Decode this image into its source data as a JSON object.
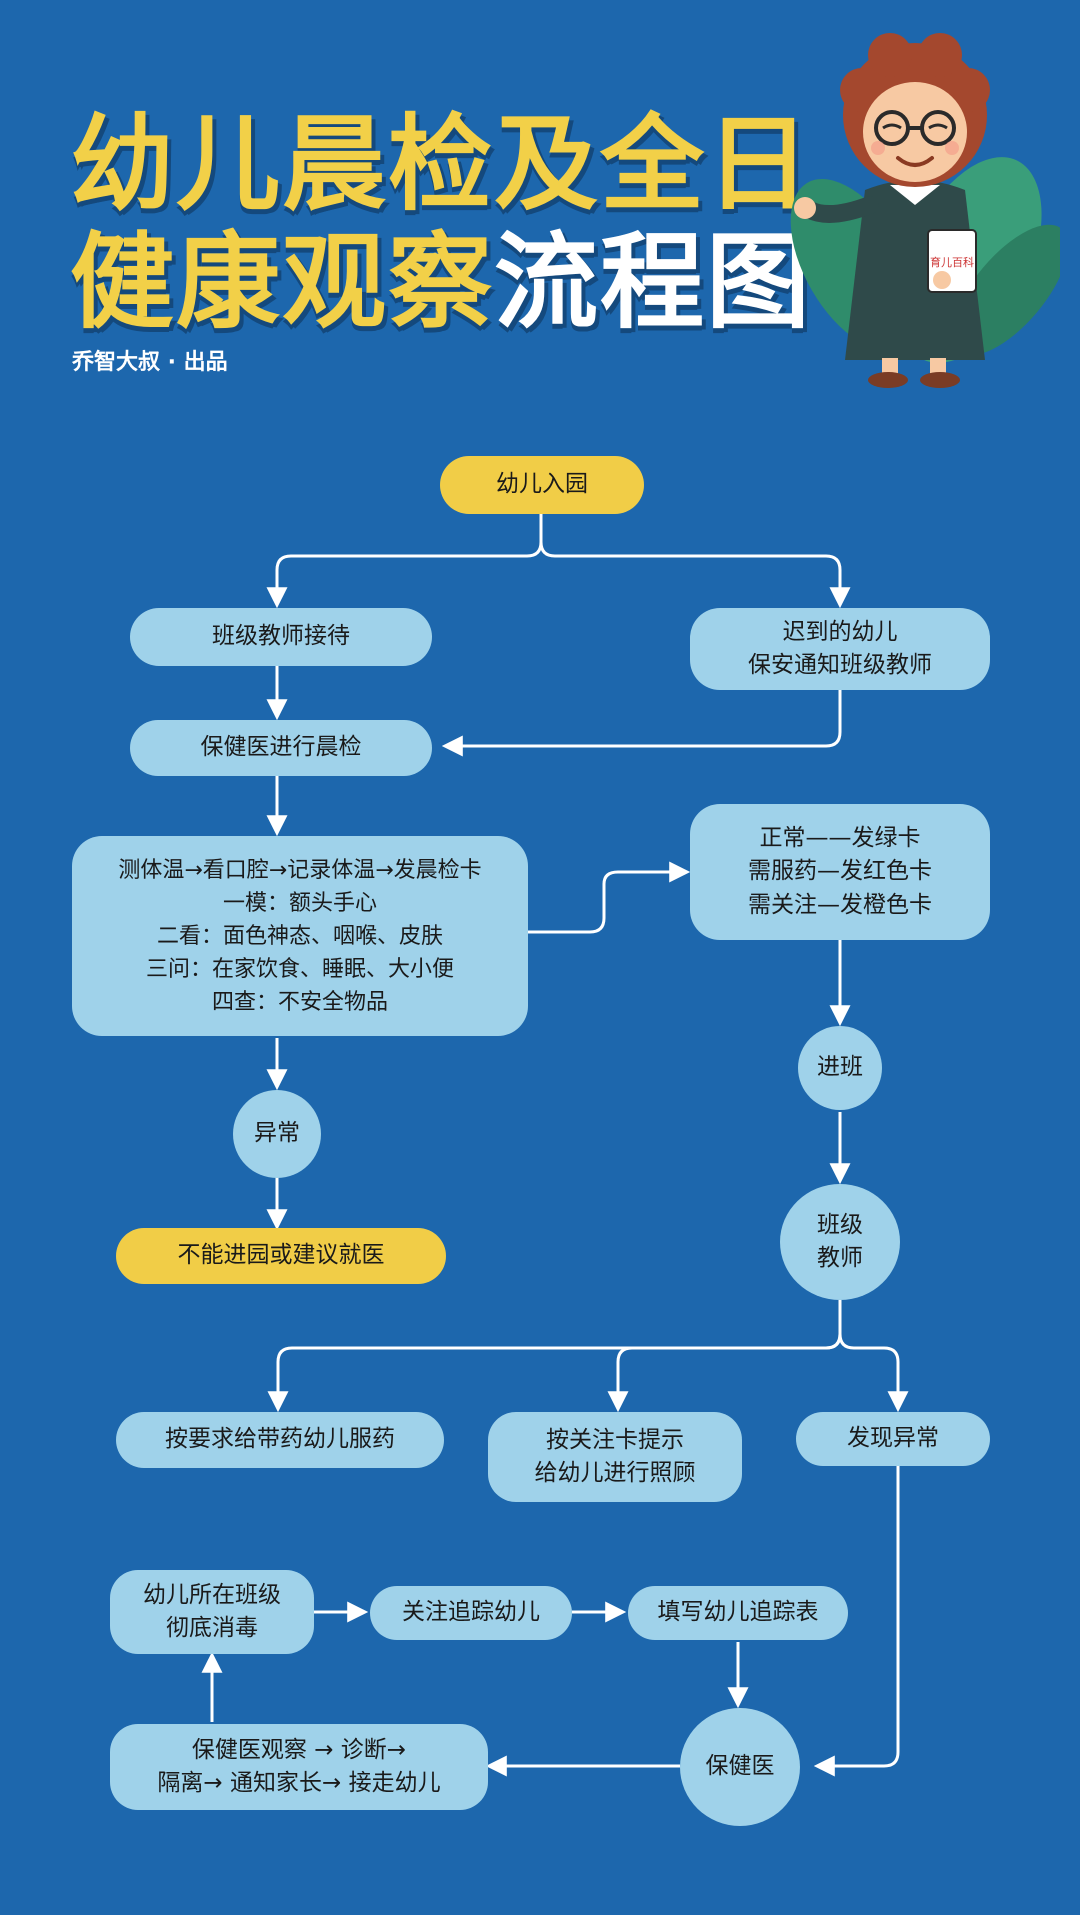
{
  "header": {
    "title_line1": "幼儿晨检及全日",
    "title_line2_a": "健康观察",
    "title_line2_b": "流程图",
    "byline": "乔智大叔 · 出品",
    "book_label": "育儿百科"
  },
  "colors": {
    "background": "#1d67ad",
    "title_yellow": "#f2d048",
    "node_blue": "#9fd2ea",
    "node_yellow": "#f1cd47",
    "connector": "#ffffff"
  },
  "nodes": {
    "entry": "幼儿入园",
    "teacher_reception": "班级教师接待",
    "late_child": [
      "迟到的幼儿",
      "保安通知班级教师"
    ],
    "doctor_morning_check": "保健医进行晨检",
    "check_steps": [
      "测体温→看口腔→记录体温→发晨检卡",
      "一模：额头手心",
      "二看：面色神态、咽喉、皮肤",
      "三问：在家饮食、睡眠、大小便",
      "四查：不安全物品"
    ],
    "card_result": [
      "正常——发绿卡",
      "需服药—发红色卡",
      "需关注—发橙色卡"
    ],
    "enter_class": "进班",
    "abnormal": "异常",
    "class_teacher": [
      "班级",
      "教师"
    ],
    "refuse_entry": "不能进园或建议就医",
    "give_medicine": "按要求给带药幼儿服药",
    "care_by_card": [
      "按关注卡提示",
      "给幼儿进行照顾"
    ],
    "found_abnormal": "发现异常",
    "disinfect": [
      "幼儿所在班级",
      "彻底消毒"
    ],
    "track_child": "关注追踪幼儿",
    "fill_form": "填写幼儿追踪表",
    "doctor_observe": [
      "保健医观察 → 诊断→",
      "隔离→ 通知家长→ 接走幼儿"
    ],
    "doctor": "保健医"
  }
}
